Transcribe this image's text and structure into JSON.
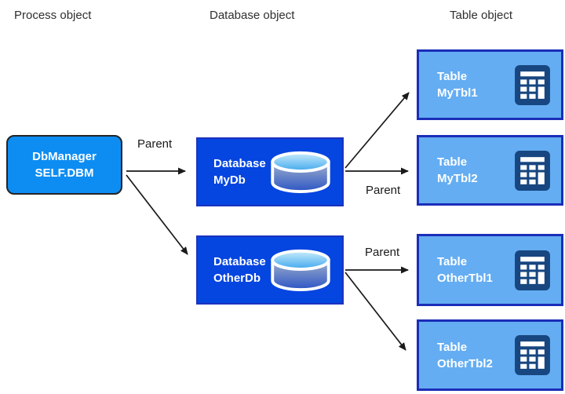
{
  "headers": {
    "process": "Process object",
    "database": "Database object",
    "table": "Table object"
  },
  "nodes": {
    "dbmanager": {
      "line1": "DbManager",
      "line2": "SELF.DBM"
    },
    "mydb": {
      "line1": "Database",
      "line2": "MyDb"
    },
    "otherdb": {
      "line1": "Database",
      "line2": "OtherDb"
    },
    "mytbl1": {
      "line1": "Table",
      "line2": "MyTbl1"
    },
    "mytbl2": {
      "line1": "Table",
      "line2": "MyTbl2"
    },
    "othertbl1": {
      "line1": "Table",
      "line2": "OtherTbl1"
    },
    "othertbl2": {
      "line1": "Table",
      "line2": "OtherTbl2"
    }
  },
  "labels": {
    "parent_dbmanager": "Parent",
    "parent_mydb": "Parent",
    "parent_otherdb": "Parent"
  },
  "icons": {
    "database": "database-cylinder-icon",
    "table": "table-grid-icon"
  },
  "colors": {
    "process_fill": "#0d8df2",
    "process_border": "#242424",
    "database_fill": "#0545e0",
    "database_border": "#1c33bd",
    "table_fill": "#64adf2",
    "table_border": "#1b2eb8",
    "table_icon_navy": "#174680",
    "node_text": "#ffffff",
    "arrow": "#1a1a1a",
    "header_text": "#2f2f2f"
  }
}
